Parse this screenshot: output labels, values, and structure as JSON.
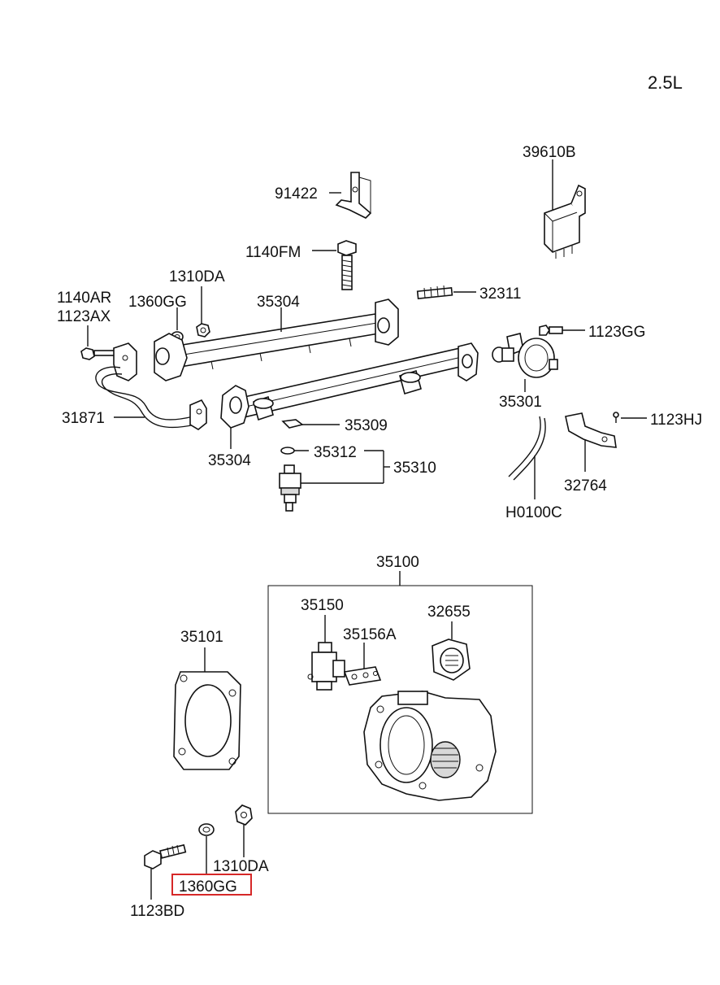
{
  "engine_label": "2.5L",
  "labels": {
    "p39610B": "39610B",
    "p91422": "91422",
    "p1140FM": "1140FM",
    "p1310DA_top": "1310DA",
    "p1140AR": "1140AR",
    "p1123AX": "1123AX",
    "p1360GG_top": "1360GG",
    "p35304_top": "35304",
    "p32311": "32311",
    "p1123GG": "1123GG",
    "p35301": "35301",
    "p31871": "31871",
    "p35309": "35309",
    "p1123HJ": "1123HJ",
    "p35312": "35312",
    "p35310": "35310",
    "p35304_bottom": "35304",
    "p32764": "32764",
    "pH0100C": "H0100C",
    "p35100": "35100",
    "p35150": "35150",
    "p32655": "32655",
    "p35156A": "35156A",
    "p35101": "35101",
    "p1310DA_bottom": "1310DA",
    "p1360GG_bottom": "1360GG",
    "p1123BD": "1123BD"
  },
  "highlight_color": "#d62828"
}
